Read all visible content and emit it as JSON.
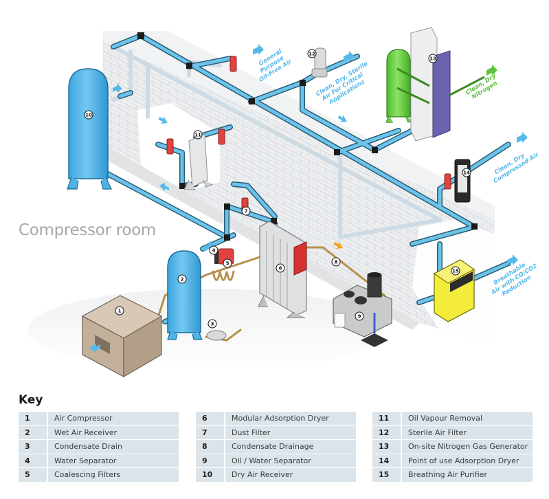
{
  "diagram": {
    "room_label": "Compressor room",
    "badges": [
      "1",
      "2",
      "3",
      "4",
      "5",
      "6",
      "7",
      "8",
      "9",
      "10",
      "11",
      "12",
      "13",
      "14",
      "15"
    ],
    "callouts": {
      "general_purpose": [
        "General",
        "Purpose",
        "Oil-Free Air"
      ],
      "sterile": [
        "Clean, Dry, Sterile",
        "Air For Critical",
        "Applications"
      ],
      "nitrogen": [
        "Clean, Dry",
        "Nitrogen"
      ],
      "compressed_air": [
        "Clean, Dry",
        "Compressed Air"
      ],
      "breathable": [
        "Breathable",
        "Air with CO/CO2",
        "Reduction"
      ]
    },
    "colors": {
      "pipe_air": "#6cc3ea",
      "pipe_outline": "#2a5b74",
      "pipe_condensate": "#c9a35a",
      "pipe_ghost": "#c8d8e2",
      "vessel_blue": "#4fb3e8",
      "vessel_green": "#6fd14a",
      "filter_red": "#e0443f",
      "compressor_tan": "#cbb9a4",
      "purifier_yellow": "#f4ec3a",
      "nitrogen_purple": "#6b63b0",
      "brick": "#e9eaec",
      "arrow_blue": "#56b9ea",
      "arrow_green": "#5cc23d",
      "arrow_orange": "#f4a21b"
    }
  },
  "key": {
    "title": "Key",
    "columns": [
      [
        {
          "num": "1",
          "label": "Air Compressor"
        },
        {
          "num": "2",
          "label": "Wet Air Receiver"
        },
        {
          "num": "3",
          "label": "Condensate Drain"
        },
        {
          "num": "4",
          "label": "Water Separator"
        },
        {
          "num": "5",
          "label": "Coalescing Filters"
        }
      ],
      [
        {
          "num": "6",
          "label": "Modular Adsorption Dryer"
        },
        {
          "num": "7",
          "label": "Dust Filter"
        },
        {
          "num": "8",
          "label": "Condensate Drainage"
        },
        {
          "num": "9",
          "label": "Oil / Water Separator"
        },
        {
          "num": "10",
          "label": "Dry Air Receiver"
        }
      ],
      [
        {
          "num": "11",
          "label": "Oil Vapour Removal"
        },
        {
          "num": "12",
          "label": "Sterile Air Filter"
        },
        {
          "num": "13",
          "label": "On-site Nitrogen Gas Generator"
        },
        {
          "num": "14",
          "label": "Point of use Adsorption Dryer"
        },
        {
          "num": "15",
          "label": "Breathing Air Purifier"
        }
      ]
    ]
  }
}
